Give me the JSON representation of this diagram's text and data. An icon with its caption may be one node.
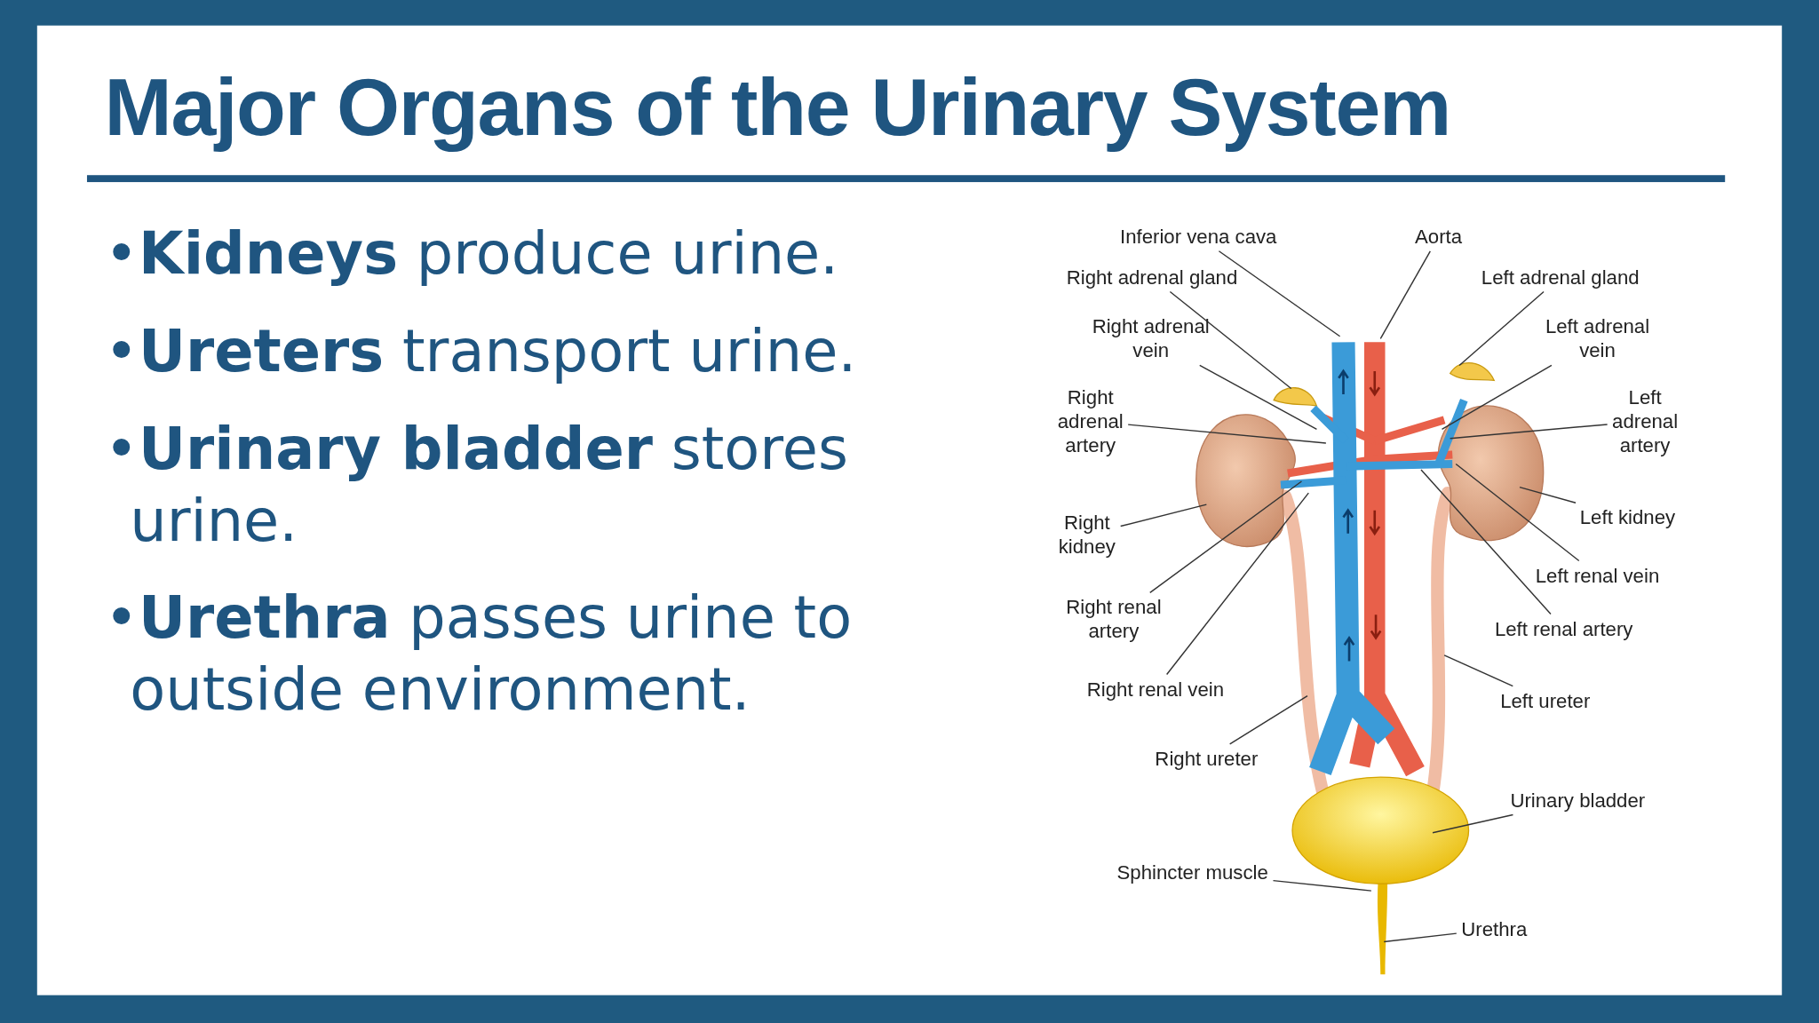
{
  "diagram": {
    "title": "Major Organs of the Urinary System",
    "nodes": [
      {
        "text": [
          "Inferior vena cava"
        ]
      },
      {
        "text": [
          "Aorta"
        ]
      },
      {
        "text": [
          "Right adrenal gland"
        ]
      },
      {
        "text": [
          "Left adrenal gland"
        ]
      },
      {
        "text": [
          "Right adrenal vein"
        ]
      },
      {
        "text": [
          "Left adrenal vein"
        ]
      },
      {
        "text": [
          "Right adrenal artery"
        ]
      },
      {
        "text": [
          "Left adrenal artery"
        ]
      },
      {
        "text": [
          "Right kidney"
        ]
      },
      {
        "text": [
          "Left kidney"
        ]
      },
      {
        "text": [
          "Left renal vein"
        ]
      },
      {
        "text": [
          "Right renal artery"
        ]
      },
      {
        "text": [
          "Left renal artery"
        ]
      },
      {
        "text": [
          "Right renal vein"
        ]
      },
      {
        "text": [
          "Left ureter"
        ]
      },
      {
        "text": [
          "Right ureter"
        ]
      },
      {
        "text": [
          "Urinary bladder"
        ]
      },
      {
        "text": [
          "Sphincter muscle"
        ]
      },
      {
        "text": [
          "Urethra"
        ]
      }
    ],
    "edges": [
      {
        "from": 0,
        "to": null,
        "arrow": "none"
      },
      {
        "from": 1,
        "to": null,
        "arrow": "none"
      },
      {
        "from": 2,
        "to": null,
        "arrow": "none"
      },
      {
        "from": 3,
        "to": null,
        "arrow": "none"
      },
      {
        "from": 4,
        "to": null,
        "arrow": "none"
      },
      {
        "from": 5,
        "to": null,
        "arrow": "none"
      },
      {
        "from": 6,
        "to": null,
        "arrow": "none"
      },
      {
        "from": 7,
        "to": null,
        "arrow": "none"
      },
      {
        "from": 8,
        "to": null,
        "arrow": "none"
      },
      {
        "from": 9,
        "to": null,
        "arrow": "none"
      },
      {
        "from": 10,
        "to": null,
        "arrow": "none"
      },
      {
        "from": 11,
        "to": null,
        "arrow": "none"
      },
      {
        "from": 12,
        "to": null,
        "arrow": "none"
      },
      {
        "from": 13,
        "to": null,
        "arrow": "none"
      },
      {
        "from": 14,
        "to": null,
        "arrow": "none"
      },
      {
        "from": 15,
        "to": null,
        "arrow": "none"
      },
      {
        "from": 16,
        "to": null,
        "arrow": "none"
      },
      {
        "from": 17,
        "to": null,
        "arrow": "none"
      },
      {
        "from": 18,
        "to": null,
        "arrow": "none"
      }
    ],
    "labels": [
      "•**Kidneys** produce urine.",
      "•**Ureters** transport urine.",
      "•**Urinary bladder** stores urine.",
      "•**Urethra** passes urine to outside environment."
    ]
  }
}
